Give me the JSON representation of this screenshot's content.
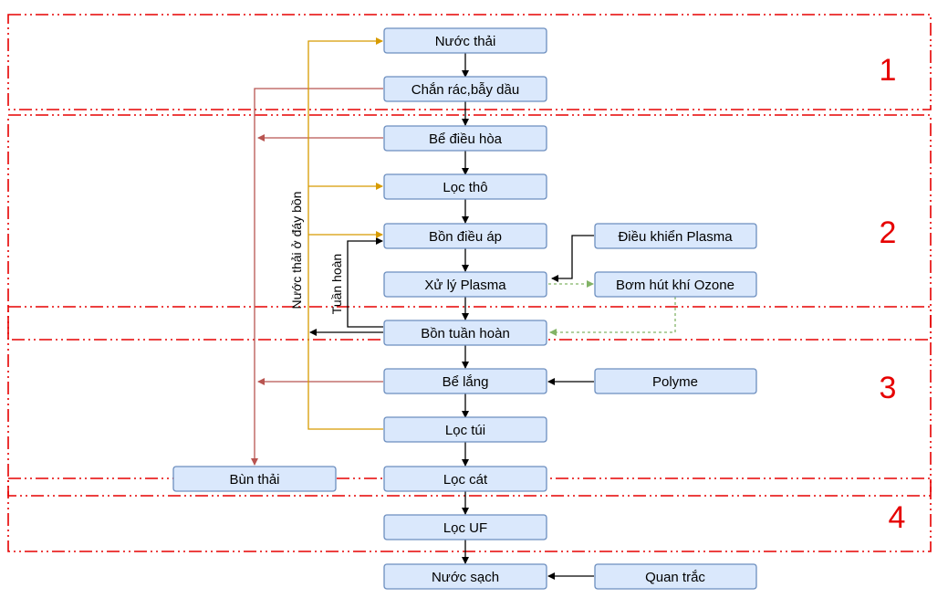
{
  "nodes": {
    "nuoc_thai": "Nước thải",
    "chan_rac": "Chắn rác,bẫy dầu",
    "be_dieu_hoa": "Bể điều hòa",
    "loc_tho": "Lọc thô",
    "bon_dieu_ap": "Bồn điều áp",
    "xu_ly_plasma": "Xử lý Plasma",
    "bon_tuan_hoan": "Bồn tuần hoàn",
    "be_lang": "Bể lắng",
    "loc_tui": "Lọc túi",
    "loc_cat": "Lọc cát",
    "loc_uf": "Lọc UF",
    "nuoc_sach": "Nước sạch",
    "dieu_khien_plasma": "Điều khiển Plasma",
    "bom_hut_ozone": "Bơm hút khí Ozone",
    "polyme": "Polyme",
    "quan_trac": "Quan trắc",
    "bun_thai": "Bùn thải"
  },
  "labels": {
    "nuoc_thai_day_bon": "Nước thải ở đáy bồn",
    "tuan_hoan": "Tuần hoàn"
  },
  "zones": [
    "1",
    "2",
    "3",
    "4"
  ],
  "colors": {
    "node_fill": "#dae8fc",
    "node_stroke": "#6c8ebf",
    "zone_line": "#e60000",
    "sludge_arrow": "#b85450",
    "return_arrow": "#d79b00",
    "ozone_arrow": "#82b366"
  }
}
